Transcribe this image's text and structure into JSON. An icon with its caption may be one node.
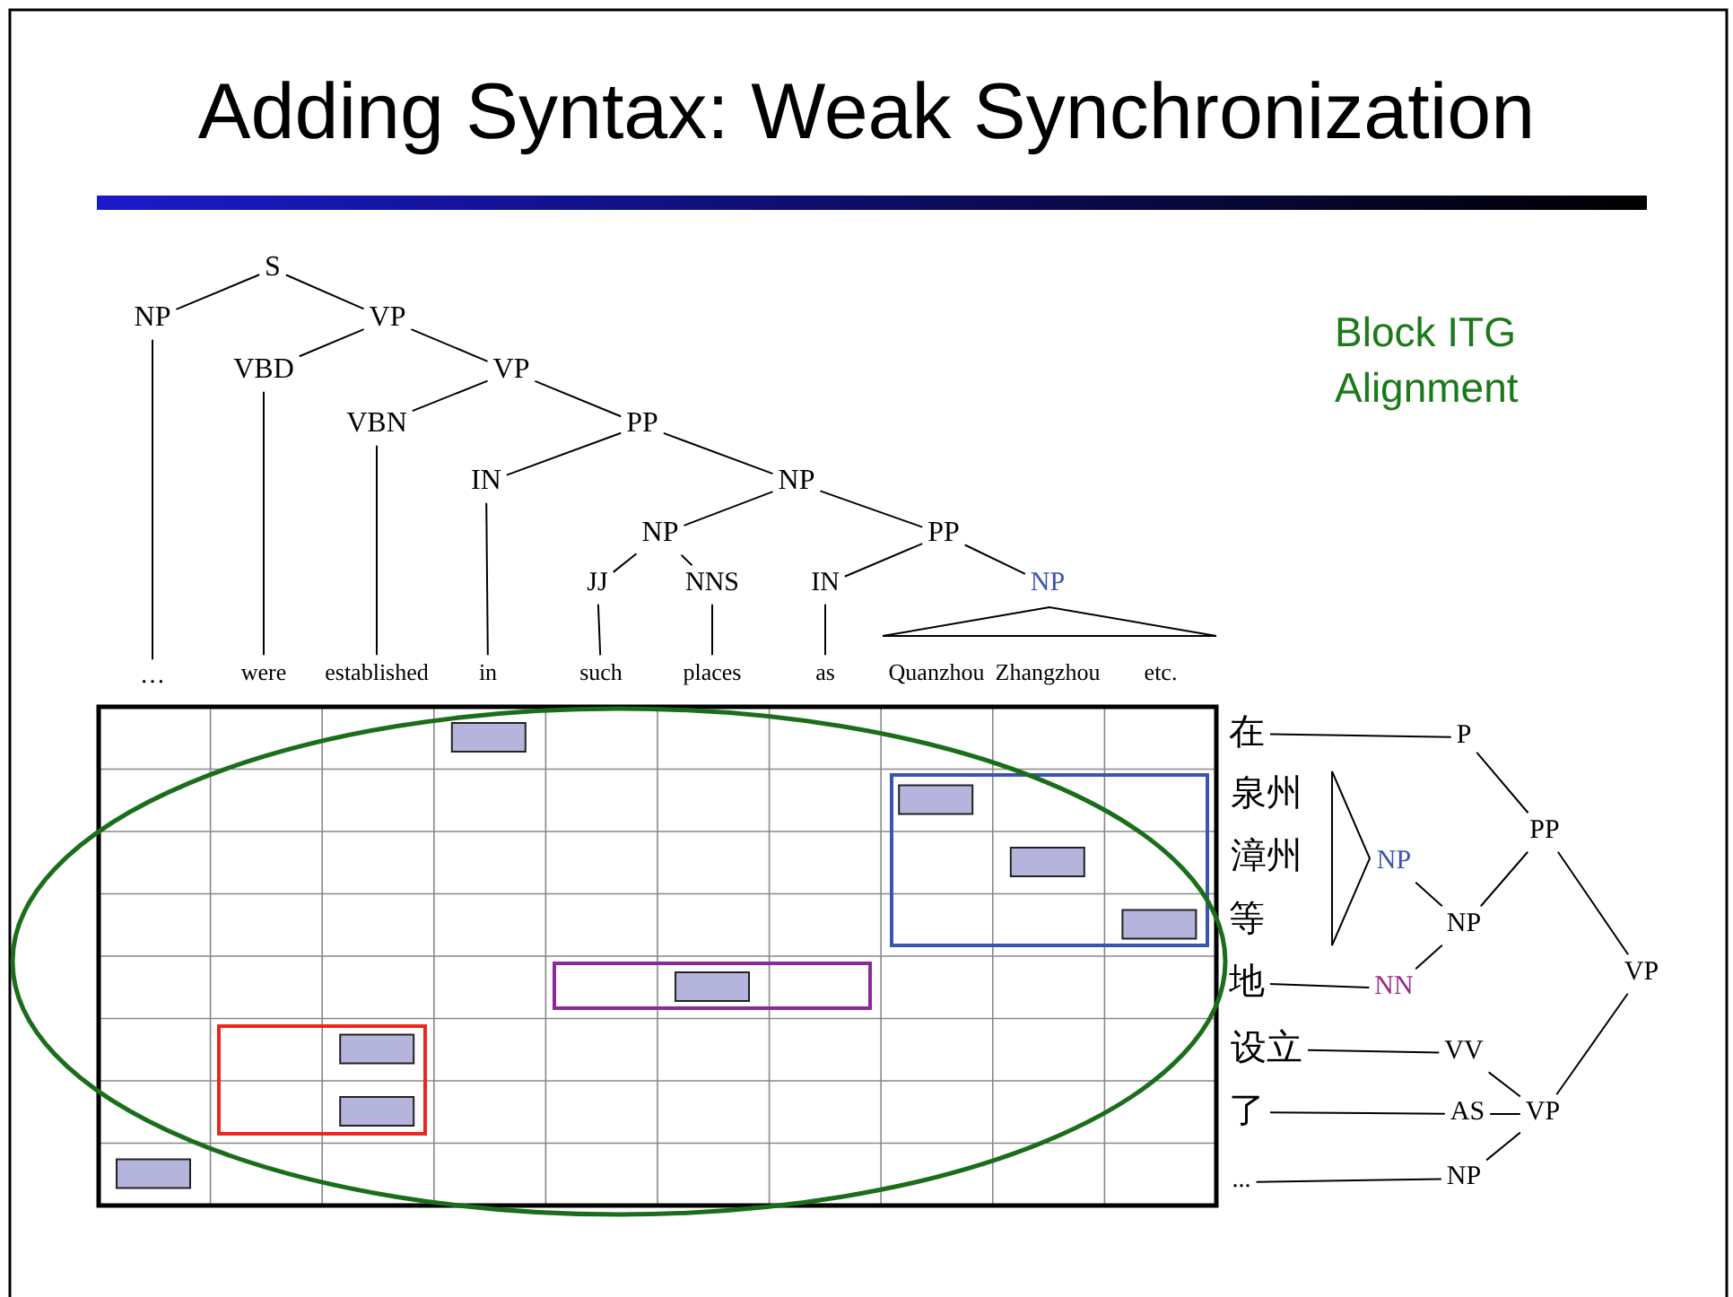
{
  "diagram": {
    "title": "Adding Syntax: Weak Synchronization",
    "nodes": [
      {
        "text": [
          "S"
        ]
      },
      {
        "text": [
          "NP"
        ]
      },
      {
        "text": [
          "VP"
        ]
      },
      {
        "text": [
          "VBD"
        ]
      },
      {
        "text": [
          "VP"
        ]
      },
      {
        "text": [
          "VBN"
        ]
      },
      {
        "text": [
          "PP"
        ]
      },
      {
        "text": [
          "IN"
        ]
      },
      {
        "text": [
          "NP"
        ]
      },
      {
        "text": [
          "NP"
        ]
      },
      {
        "text": [
          "PP"
        ]
      },
      {
        "text": [
          "JJ"
        ]
      },
      {
        "text": [
          "NNS"
        ]
      },
      {
        "text": [
          "IN"
        ]
      },
      {
        "text": [
          "NP"
        ]
      },
      {
        "text": [
          "…"
        ]
      },
      {
        "text": [
          "were"
        ]
      },
      {
        "text": [
          "established"
        ]
      },
      {
        "text": [
          "in"
        ]
      },
      {
        "text": [
          "such"
        ]
      },
      {
        "text": [
          "places"
        ]
      },
      {
        "text": [
          "as"
        ]
      },
      {
        "text": [
          "Quanzhou"
        ]
      },
      {
        "text": [
          "Zhangzhou"
        ]
      },
      {
        "text": [
          "etc."
        ]
      },
      {
        "text": [
          "在"
        ]
      },
      {
        "text": [
          "P"
        ]
      },
      {
        "text": [
          "泉州"
        ]
      },
      {
        "text": [
          "PP"
        ]
      },
      {
        "text": [
          "漳州"
        ]
      },
      {
        "text": [
          "NP"
        ]
      },
      {
        "text": [
          "等"
        ]
      },
      {
        "text": [
          "NP"
        ]
      },
      {
        "text": [
          "地"
        ]
      },
      {
        "text": [
          "NN"
        ]
      },
      {
        "text": [
          "VP"
        ]
      },
      {
        "text": [
          "设立"
        ]
      },
      {
        "text": [
          "VV"
        ]
      },
      {
        "text": [
          "了"
        ]
      },
      {
        "text": [
          "AS"
        ]
      },
      {
        "text": [
          "VP"
        ]
      },
      {
        "text": [
          "..."
        ]
      },
      {
        "text": [
          "NP"
        ]
      },
      {
        "text": [],
        "shape": "triangle"
      },
      {
        "text": [],
        "shape": "triangle"
      }
    ],
    "edges": [
      {
        "from": 0,
        "to": 1,
        "arrow": "none"
      },
      {
        "from": 0,
        "to": 2,
        "arrow": "none"
      },
      {
        "from": 2,
        "to": 3,
        "arrow": "none"
      },
      {
        "from": 2,
        "to": 4,
        "arrow": "none"
      },
      {
        "from": 4,
        "to": 5,
        "arrow": "none"
      },
      {
        "from": 4,
        "to": 6,
        "arrow": "none"
      },
      {
        "from": 6,
        "to": 7,
        "arrow": "none"
      },
      {
        "from": 6,
        "to": 8,
        "arrow": "none"
      },
      {
        "from": 8,
        "to": 9,
        "arrow": "none"
      },
      {
        "from": 8,
        "to": 10,
        "arrow": "none"
      },
      {
        "from": 9,
        "to": 11,
        "arrow": "none"
      },
      {
        "from": 9,
        "to": 12,
        "arrow": "none"
      },
      {
        "from": 10,
        "to": 13,
        "arrow": "none"
      },
      {
        "from": 10,
        "to": 14,
        "arrow": "none"
      },
      {
        "from": 1,
        "to": 15,
        "arrow": "none"
      },
      {
        "from": 3,
        "to": 16,
        "arrow": "none"
      },
      {
        "from": 5,
        "to": 17,
        "arrow": "none"
      },
      {
        "from": 7,
        "to": 18,
        "arrow": "none"
      },
      {
        "from": 11,
        "to": 19,
        "arrow": "none"
      },
      {
        "from": 12,
        "to": 20,
        "arrow": "none"
      },
      {
        "from": 13,
        "to": 21,
        "arrow": "none"
      },
      {
        "from": 26,
        "to": 25,
        "arrow": "none"
      },
      {
        "from": 28,
        "to": 26,
        "arrow": "none"
      },
      {
        "from": 28,
        "to": 32,
        "arrow": "none"
      },
      {
        "from": 35,
        "to": 28,
        "arrow": "none"
      },
      {
        "from": 32,
        "to": 30,
        "arrow": "none"
      },
      {
        "from": 32,
        "to": 34,
        "arrow": "none"
      },
      {
        "from": 34,
        "to": 33,
        "arrow": "none"
      },
      {
        "from": 37,
        "to": 36,
        "arrow": "none"
      },
      {
        "from": 39,
        "to": 38,
        "arrow": "none"
      },
      {
        "from": 42,
        "to": 41,
        "arrow": "none"
      },
      {
        "from": 40,
        "to": 37,
        "arrow": "none"
      },
      {
        "from": 40,
        "to": 39,
        "arrow": "none"
      },
      {
        "from": 40,
        "to": 42,
        "arrow": "none"
      },
      {
        "from": 35,
        "to": 40,
        "arrow": "none"
      }
    ],
    "labels": [
      "Block ITG Alignment"
    ]
  }
}
